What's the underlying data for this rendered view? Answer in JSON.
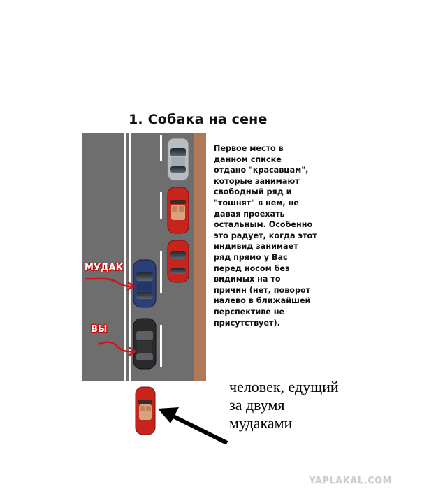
{
  "title": "1. Собака на сене",
  "description_lines": [
    "Первое место в",
    "данном списке",
    "отдано \"красавцам\",",
    "которые занимают",
    "свободный ряд и",
    "\"тошнят\" в нем, не",
    "давая проехать",
    "остальным. Особенно",
    "это радует, когда этот",
    "индивид занимает",
    "ряд прямо у Вас",
    "перед носом без",
    "видимых на то",
    "причин (нет, поворот",
    "налево в ближайшей",
    "перспективе не",
    "присутствует)."
  ],
  "labels": {
    "mudak": "МУДАК",
    "vy": "ВЫ"
  },
  "annotation_lines": [
    "человек, едущий",
    "за двумя",
    "мудаками"
  ],
  "watermark": "YAPLAKAL.COM",
  "colors": {
    "road": "#6e6e6e",
    "curb": "#b07a58",
    "lane_line": "#ffffff",
    "car_red": "#c8241e",
    "car_blue": "#2d3f78",
    "car_black": "#2a2a2a",
    "car_silver": "#b9bcc0",
    "arrow_red": "#d0141a"
  }
}
